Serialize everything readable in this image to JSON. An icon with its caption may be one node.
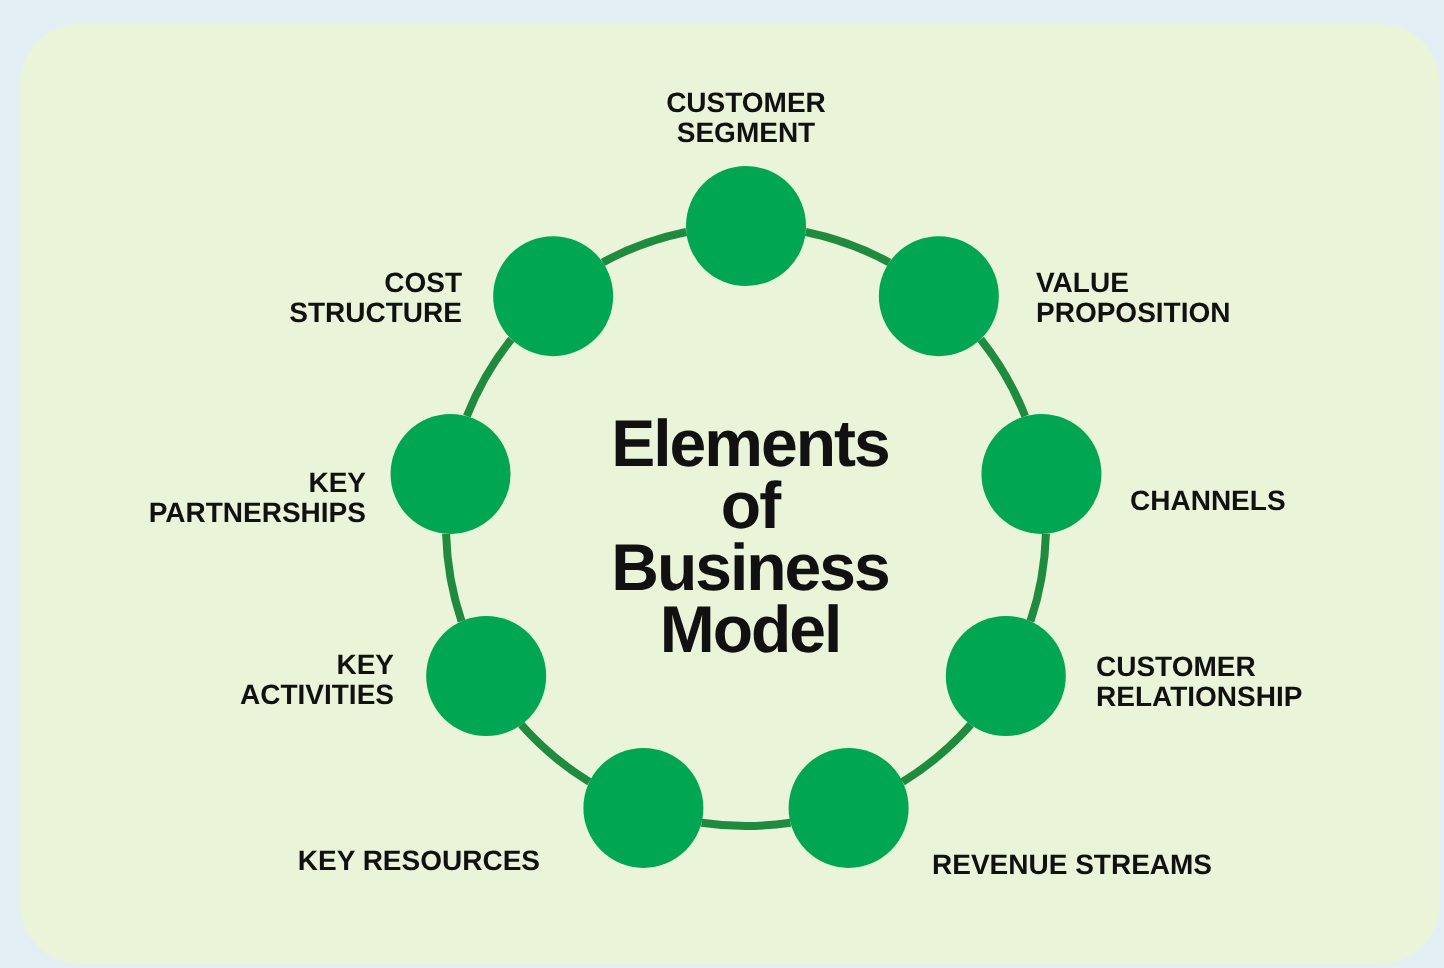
{
  "diagram": {
    "title": "Elements of Business Model",
    "nodes": [
      {
        "text": [],
        "shape": "circle",
        "beside": [
          "CUSTOMER SEGMENT"
        ]
      },
      {
        "text": [],
        "shape": "circle",
        "beside": [
          "VALUE PROPOSITION"
        ]
      },
      {
        "text": [],
        "shape": "circle",
        "beside": [
          "CHANNELS"
        ]
      },
      {
        "text": [],
        "shape": "circle",
        "beside": [
          "CUSTOMER RELATIONSHIP"
        ]
      },
      {
        "text": [],
        "shape": "circle",
        "beside": [
          "REVENUE STREAMS"
        ]
      },
      {
        "text": [],
        "shape": "circle",
        "beside": [
          "KEY RESOURCES"
        ]
      },
      {
        "text": [],
        "shape": "circle",
        "beside": [
          "KEY ACTIVITIES"
        ]
      },
      {
        "text": [],
        "shape": "circle",
        "beside": [
          "KEY PARTNERSHIPS"
        ]
      },
      {
        "text": [],
        "shape": "circle",
        "beside": [
          "COST STRUCTURE"
        ]
      }
    ],
    "edges": [
      {
        "from": 0,
        "to": 1,
        "arrow": "none"
      },
      {
        "from": 1,
        "to": 2,
        "arrow": "none"
      },
      {
        "from": 2,
        "to": 3,
        "arrow": "none"
      },
      {
        "from": 3,
        "to": 4,
        "arrow": "none"
      },
      {
        "from": 4,
        "to": 5,
        "arrow": "none"
      },
      {
        "from": 5,
        "to": 6,
        "arrow": "none"
      },
      {
        "from": 6,
        "to": 7,
        "arrow": "none"
      },
      {
        "from": 7,
        "to": 8,
        "arrow": "none"
      },
      {
        "from": 8,
        "to": 0,
        "arrow": "none"
      }
    ]
  }
}
